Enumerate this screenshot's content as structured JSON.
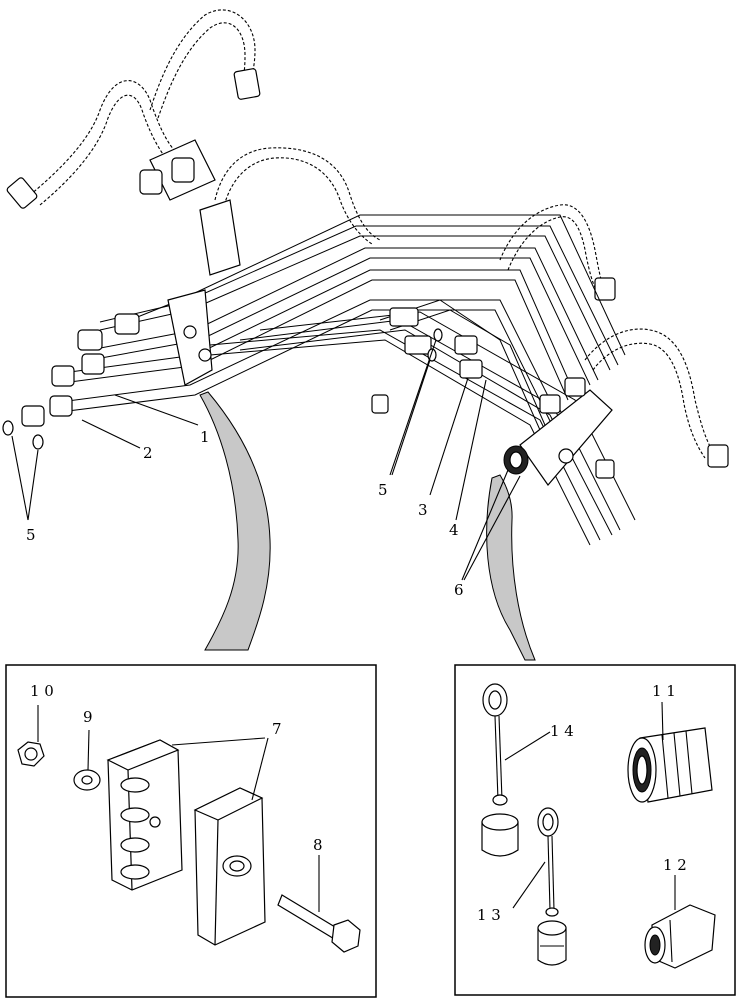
{
  "callouts": {
    "c1": "1",
    "c2": "2",
    "c3": "3",
    "c4": "4",
    "c5a": "5",
    "c5b": "5",
    "c6": "6",
    "c7": "7",
    "c8": "8",
    "c9": "9",
    "c10": "1 0",
    "c11": "1 1",
    "c12": "1 2",
    "c13": "1 3",
    "c14": "1 4"
  }
}
